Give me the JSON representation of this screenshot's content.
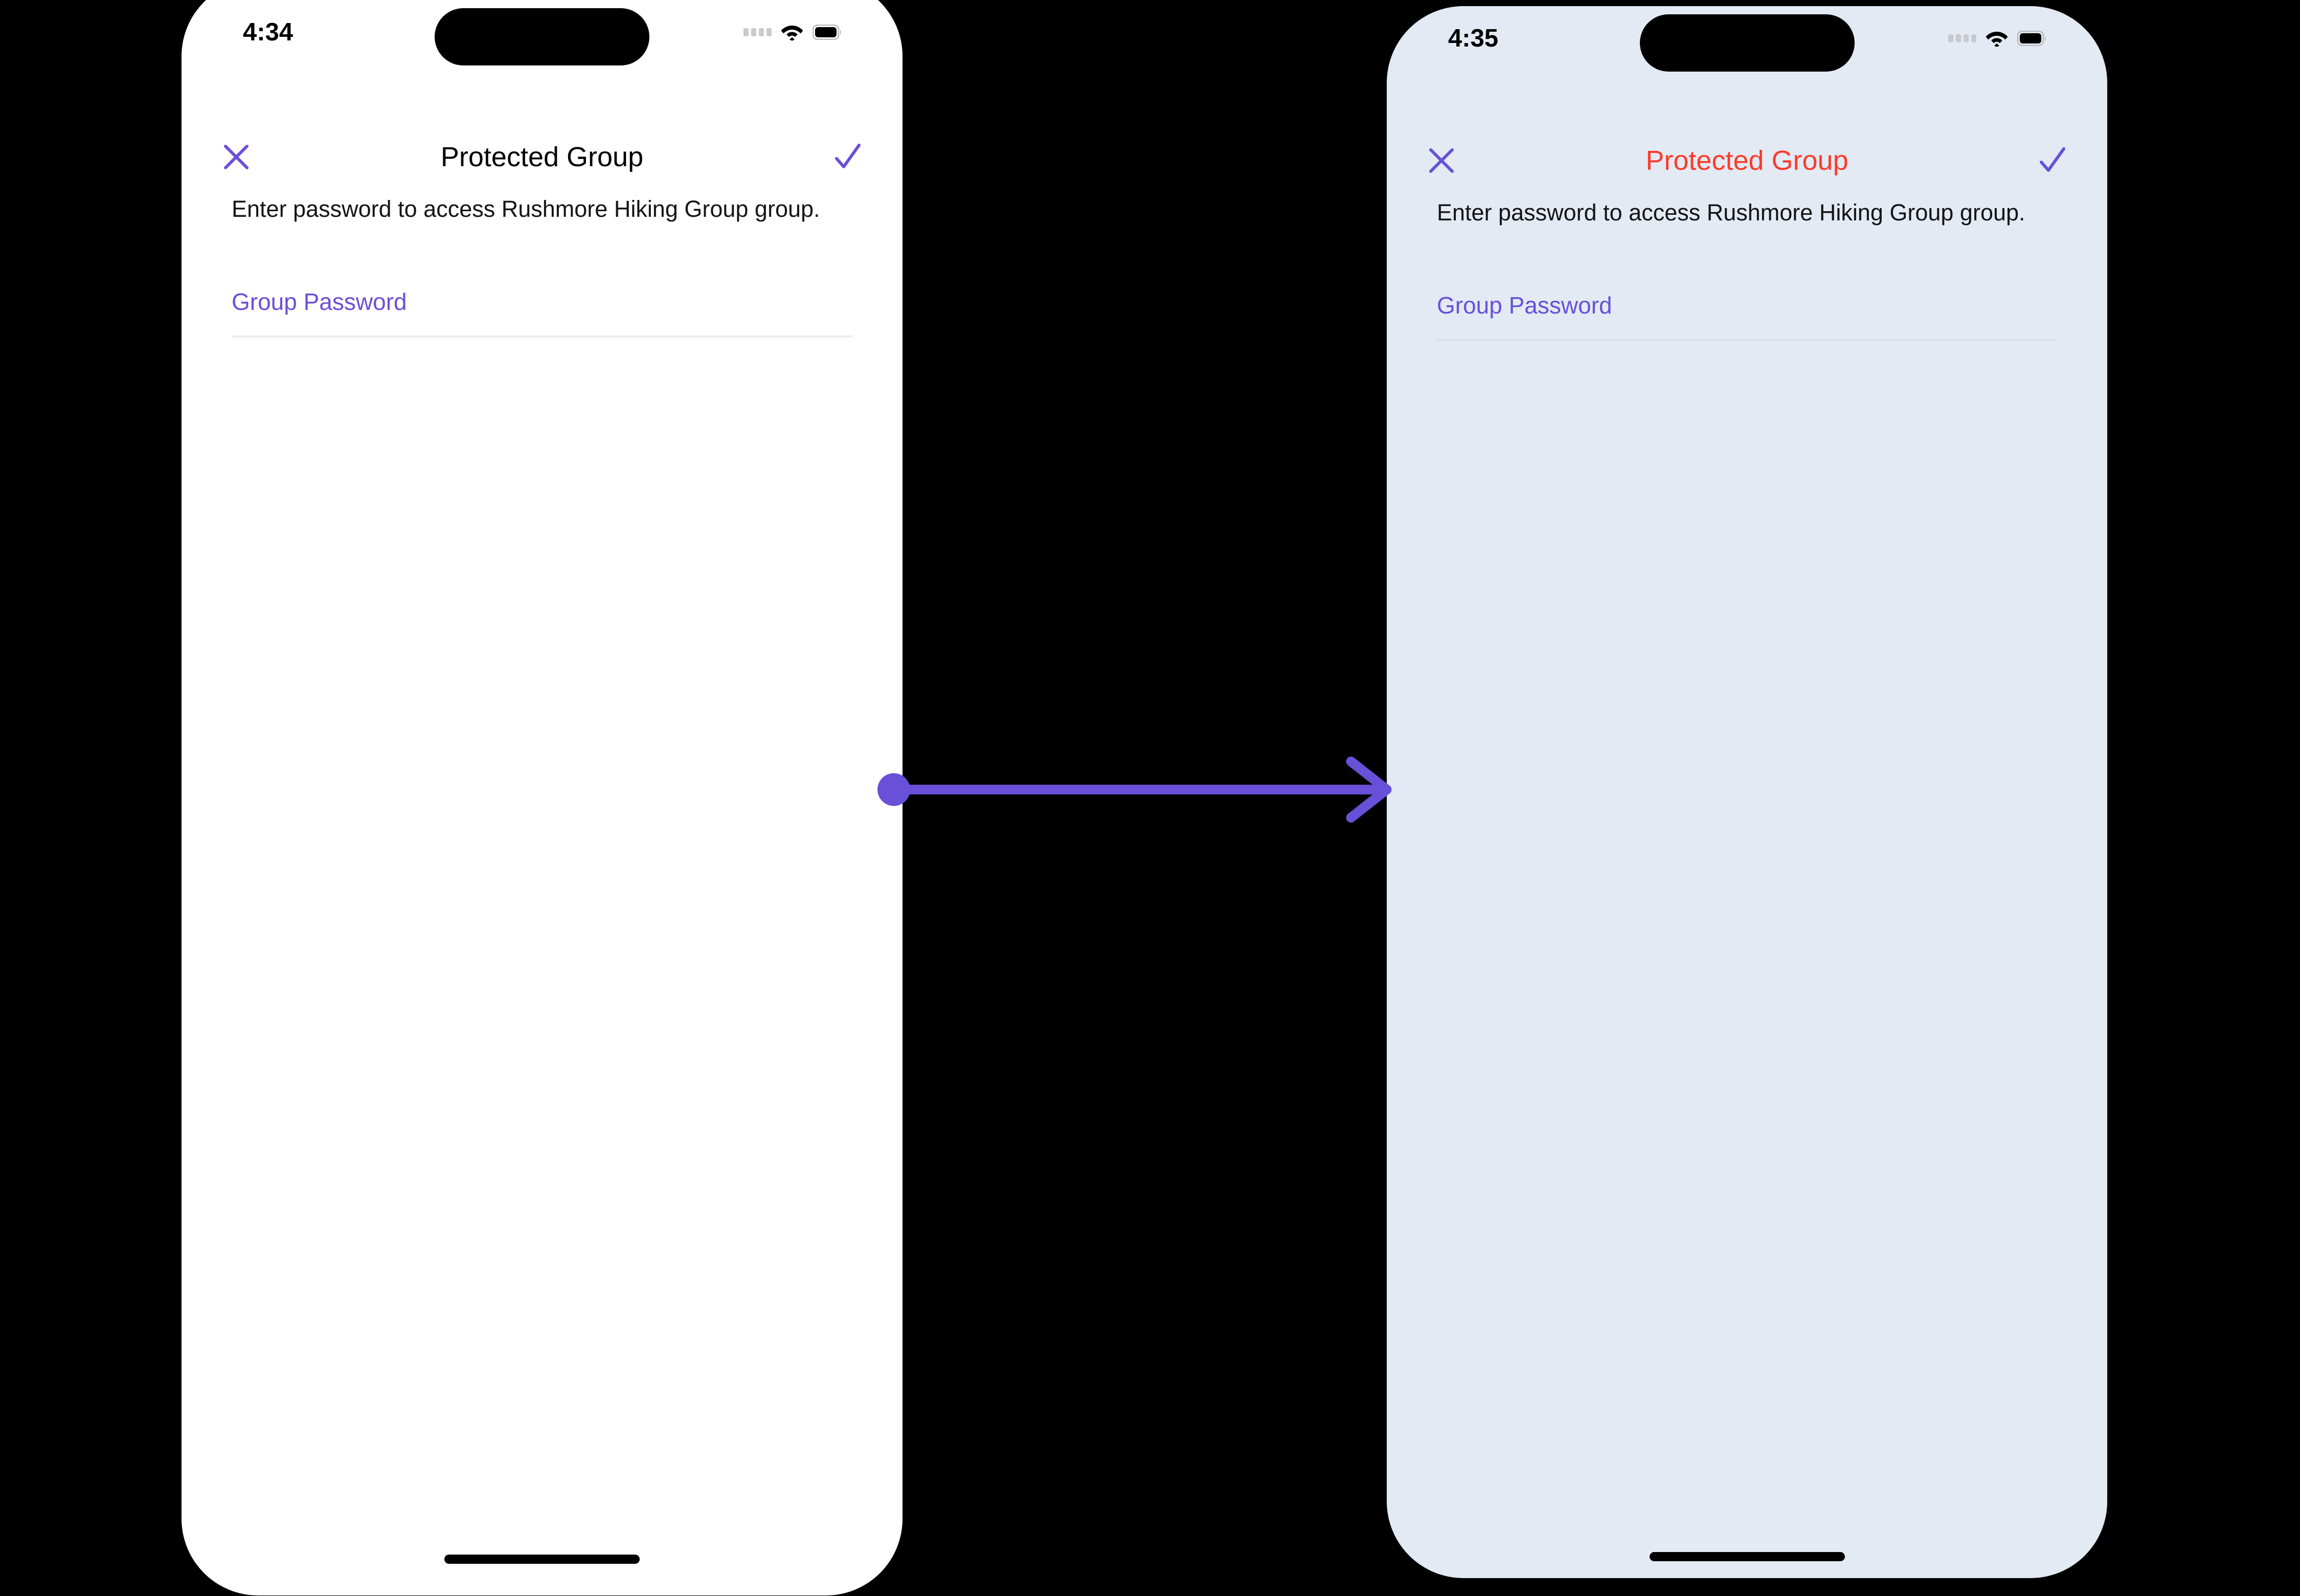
{
  "theme": {
    "accent_purple": "#6950D8",
    "alert_red": "#FA3C2B",
    "text_dark": "#141414",
    "screen_light": "#FFFFFF",
    "screen_tinted": "#E3EAF4",
    "divider": "#EDEDED"
  },
  "screens": [
    {
      "id": "before",
      "status_bar": {
        "time": "4:34",
        "signal_icon": "signal-dots-icon",
        "wifi_icon": "wifi-icon",
        "battery_icon": "battery-icon"
      },
      "nav": {
        "close_icon": "close-x-icon",
        "title": "Protected Group",
        "title_color": "#000000",
        "confirm_icon": "checkmark-icon"
      },
      "body": {
        "description": "Enter password to access Rushmore Hiking Group group.",
        "field": {
          "label": "Group Password",
          "value": "",
          "placeholder": "Group Password"
        }
      }
    },
    {
      "id": "after",
      "status_bar": {
        "time": "4:35",
        "signal_icon": "signal-dots-icon",
        "wifi_icon": "wifi-icon",
        "battery_icon": "battery-icon"
      },
      "nav": {
        "close_icon": "close-x-icon",
        "title": "Protected Group",
        "title_color": "#FA3C2B",
        "confirm_icon": "checkmark-icon"
      },
      "body": {
        "description": "Enter password to access Rushmore Hiking Group group.",
        "field": {
          "label": "Group Password",
          "value": "",
          "placeholder": "Group Password"
        }
      }
    }
  ],
  "annotation": {
    "type": "arrow",
    "direction": "left-to-right",
    "color": "#6950D8",
    "start_marker": "circle-dot"
  }
}
